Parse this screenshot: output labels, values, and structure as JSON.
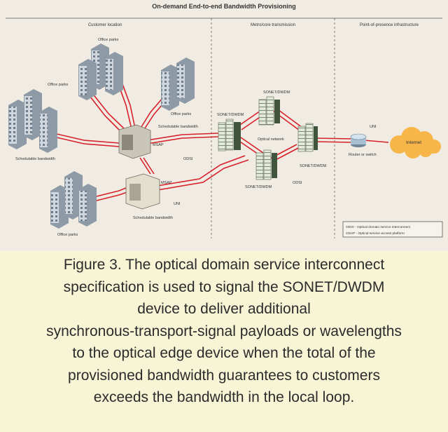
{
  "diagram": {
    "title": "On-demand End-to-end Bandwidth Provisioning",
    "sections": [
      "Customer location",
      "Metro/core transmission",
      "Point-of-presence infrastructure"
    ],
    "labels": {
      "office_parks_top": "Office parks",
      "office_parks_left": "Office parks",
      "office_parks_right": "Office parks",
      "office_parks_bottom": "Office parks",
      "schedulable_bw_1": "Schedulable bandwidth",
      "schedulable_bw_2": "Schedulable bandwidth",
      "schedulable_bw_3": "Schedulable bandwidth",
      "msap_1": "MSAP",
      "msap_2": "MSAP",
      "sonet_dwdm_1": "SONET/DWDM",
      "sonet_dwdm_2": "SONET/DWDM",
      "sonet_dwdm_3": "SONET/DWDM",
      "sonet_dwdm_4": "SONET/DWDM",
      "optical_network": "Optical network",
      "odsi_1": "ODSI",
      "odsi_2": "ODSI",
      "uni": "UNI",
      "router": "Router or switch",
      "internet": "Internet",
      "legend_1": "ODSI - Optical domain service interconnect",
      "legend_2": "OSAP - Optical service access platform"
    }
  },
  "caption": {
    "lines": [
      "Figure 3. The optical domain service interconnect",
      "specification is used to signal the SONET/DWDM",
      "device to deliver additional",
      "synchronous-transport-signal payloads or wavelengths",
      "to the optical edge device when the total of the",
      "provisioned bandwidth guarantees to customers",
      "exceeds the bandwidth in the local loop."
    ]
  },
  "colors": {
    "link": "#d8202a",
    "background": "#f1ece3",
    "caption_bg": "#f7f5d6",
    "cloud": "#f7b64a"
  }
}
